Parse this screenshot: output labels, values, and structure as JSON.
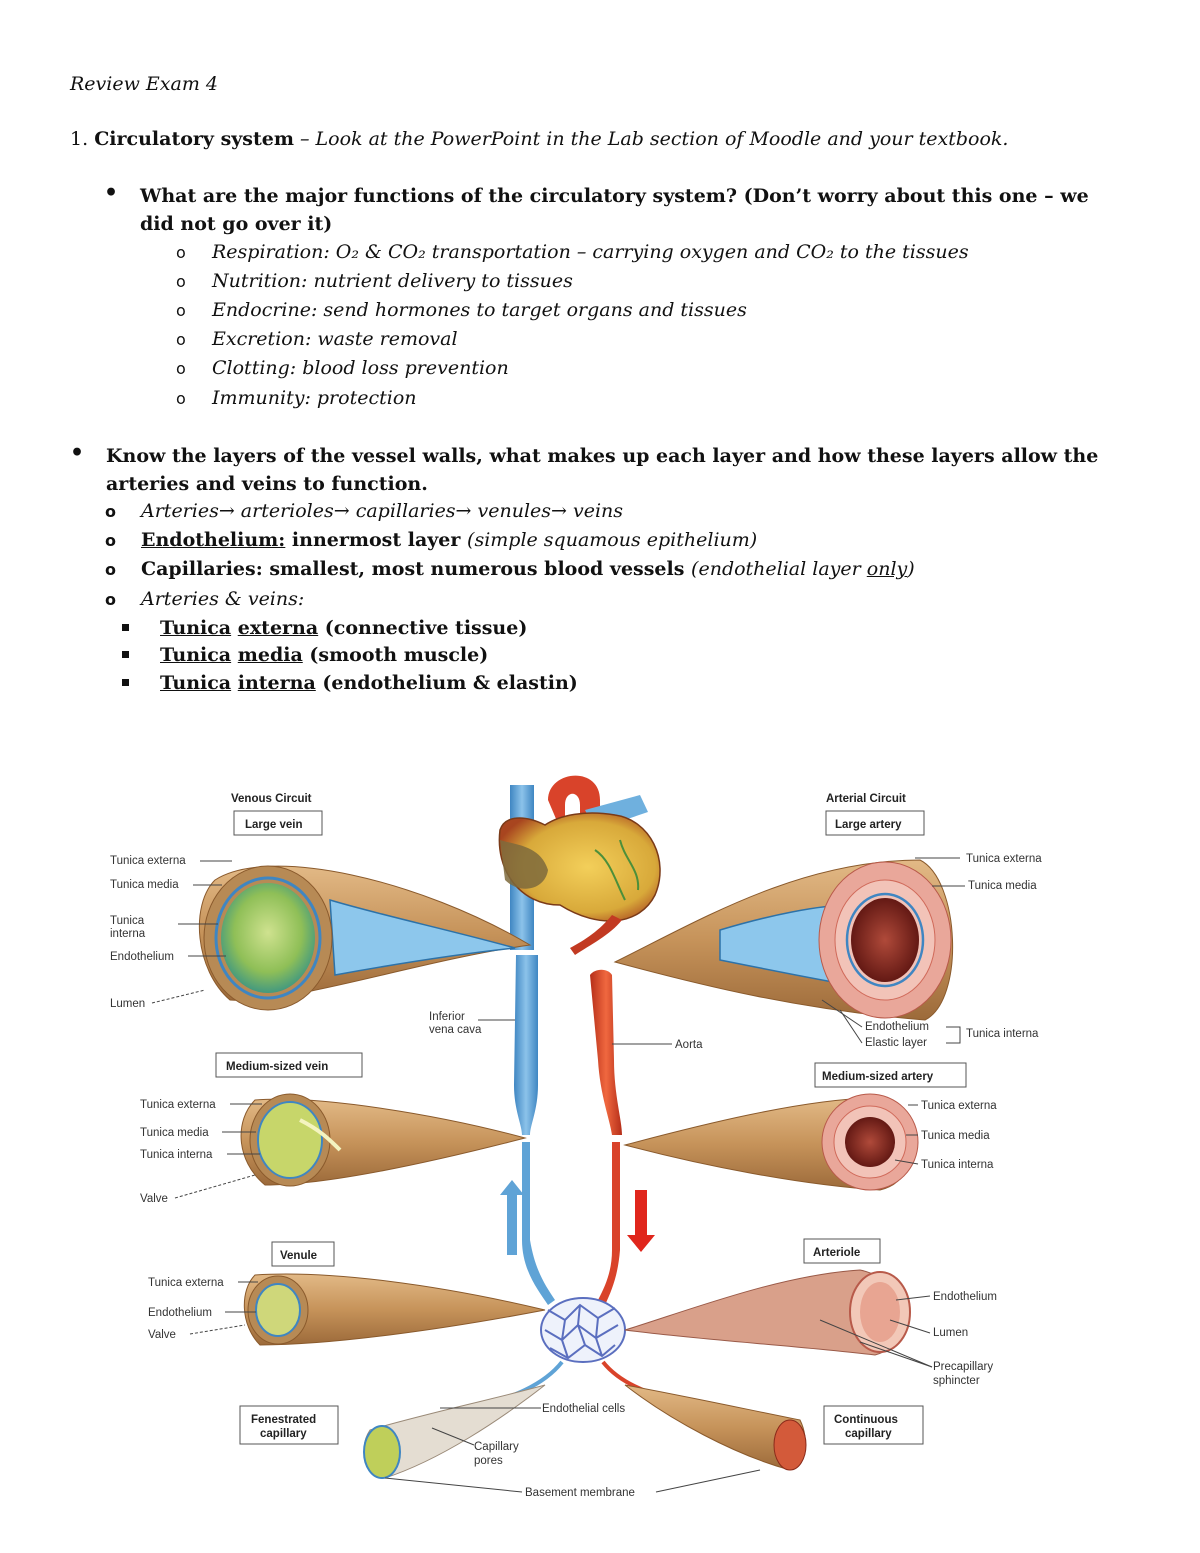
{
  "doc": {
    "title": "Review Exam 4",
    "q1_number": "1.",
    "q1_bold": "Circulatory system",
    "q1_rest": " – Look at the PowerPoint in the Lab section of Moodle and your textbook."
  },
  "functions": {
    "question_line1": "What are the major functions of the circulatory system?  (Don’t worry about this one – we",
    "question_line2": "did not go over it)",
    "items": [
      "Respiration: O₂ & CO₂ transportation – carrying oxygen and CO₂ to the tissues",
      "Nutrition: nutrient delivery to tissues",
      "Endocrine: send hormones to target organs and tissues",
      "Excretion: waste removal",
      "Clotting: blood loss prevention",
      "Immunity: protection"
    ]
  },
  "layers": {
    "question_line1": "Know the layers of the vessel walls, what makes up each layer and how these layers allow the",
    "question_line2": "arteries and veins to function.",
    "flow": "Arteries→ arterioles→ capillaries→ venules→ veins",
    "endothelium_term": "Endothelium:",
    "endothelium_rest": " innermost layer ",
    "endothelium_note": "(simple squamous epithelium)",
    "capillaries_bold": "Capillaries: smallest, most numerous blood vessels ",
    "capillaries_note_a": "(endothelial layer ",
    "capillaries_note_b": "only",
    "capillaries_note_c": ")",
    "arteries_veins": "Arteries & veins:",
    "tunics": [
      {
        "word1": "Tunica",
        "word2": "externa",
        "rest": " (connective tissue)"
      },
      {
        "word1": "Tunica",
        "word2": "media",
        "rest": " (smooth muscle)"
      },
      {
        "word1": "Tunica",
        "word2": "interna",
        "rest": " (endothelium & elastin)"
      }
    ]
  },
  "figure": {
    "venous_circuit": "Venous Circuit",
    "arterial_circuit": "Arterial Circuit",
    "large_vein": "Large vein",
    "large_artery": "Large artery",
    "medium_vein": "Medium-sized vein",
    "medium_artery": "Medium-sized artery",
    "venule": "Venule",
    "arteriole": "Arteriole",
    "fenestrated_1": "Fenestrated",
    "fenestrated_2": "capillary",
    "continuous_1": "Continuous",
    "continuous_2": "capillary",
    "lv_externa": "Tunica externa",
    "lv_media": "Tunica media",
    "lv_interna_1": "Tunica",
    "lv_interna_2": "interna",
    "lv_endothelium": "Endothelium",
    "lv_lumen": "Lumen",
    "la_externa": "Tunica externa",
    "la_media": "Tunica media",
    "la_endothelium": "Endothelium",
    "la_elastic": "Elastic layer",
    "la_interna": "Tunica interna",
    "ivc_1": "Inferior",
    "ivc_2": "vena cava",
    "aorta": "Aorta",
    "mv_externa": "Tunica externa",
    "mv_media": "Tunica media",
    "mv_interna": "Tunica interna",
    "mv_valve": "Valve",
    "ma_externa": "Tunica externa",
    "ma_media": "Tunica media",
    "ma_interna": "Tunica interna",
    "vn_externa": "Tunica externa",
    "vn_endothelium": "Endothelium",
    "vn_valve": "Valve",
    "ar_endothelium": "Endothelium",
    "ar_lumen": "Lumen",
    "ar_precap_1": "Precapillary",
    "ar_precap_2": "sphincter",
    "cap_endothelial": "Endothelial cells",
    "cap_pores_1": "Capillary",
    "cap_pores_2": "pores",
    "cap_basement": "Basement membrane"
  },
  "colors": {
    "vein_blue": "#5fa3d6",
    "artery_red": "#d9432a",
    "tissue_tan": "#c99a62",
    "heart_gold": "#d8a93a"
  }
}
